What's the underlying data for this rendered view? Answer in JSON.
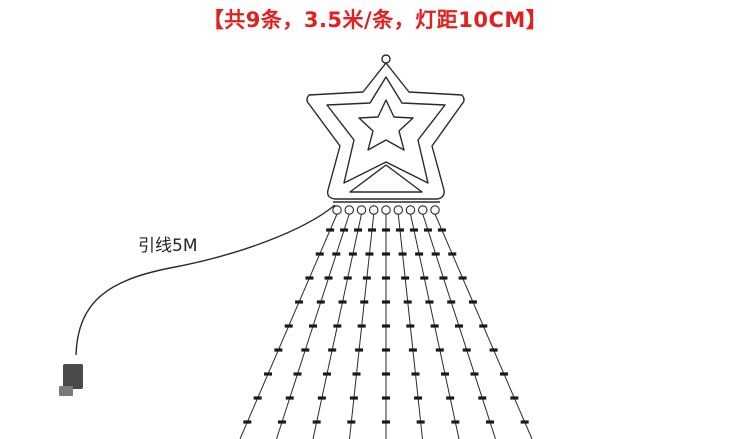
{
  "title": "【共9条，3.5米/条，灯距10CM】",
  "lead_label": "引线5M",
  "colors": {
    "title": "#e0211f",
    "line": "#2a2a2a",
    "bulb": "#1a1a1a",
    "plug": "#4a4a4a"
  },
  "icons": {
    "star": "star-topper-icon",
    "plug": "power-plug-icon"
  },
  "light_strings": {
    "count": 9
  }
}
